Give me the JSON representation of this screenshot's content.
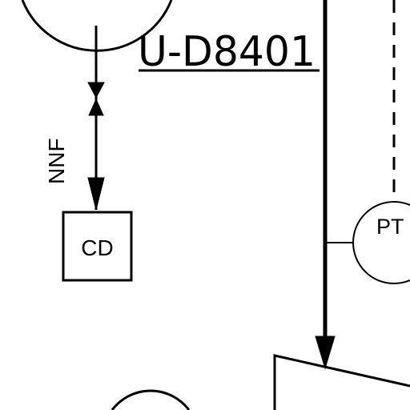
{
  "equipment_tag": "U-D8401",
  "box_label": "CD",
  "instrument_label": "PT",
  "line_label": "NNF"
}
